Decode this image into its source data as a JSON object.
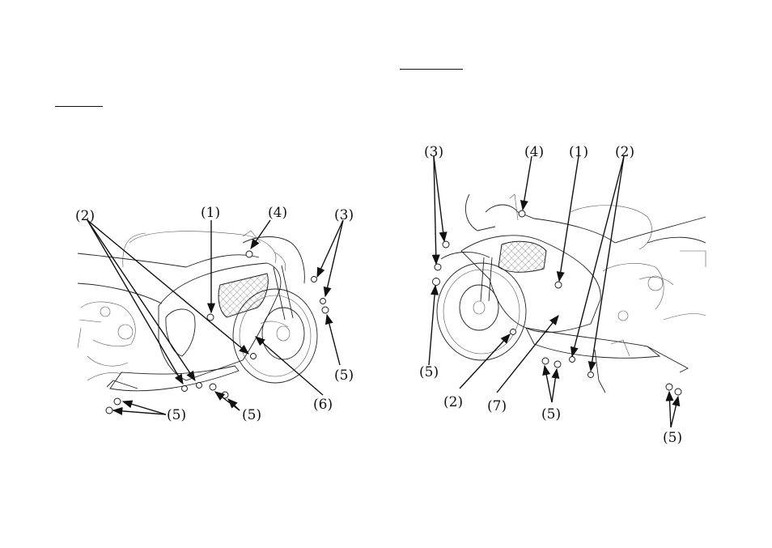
{
  "left_view": {
    "callouts": {
      "c1": "(1)",
      "c2": "(2)",
      "c3": "(3)",
      "c4": "(4)",
      "c5a": "(5)",
      "c5b": "(5)",
      "c5c": "(5)",
      "c6": "(6)"
    }
  },
  "right_view": {
    "callouts": {
      "c1": "(1)",
      "c2a": "(2)",
      "c2b": "(2)",
      "c3": "(3)",
      "c4": "(4)",
      "c5a": "(5)",
      "c5b": "(5)",
      "c5c": "(5)",
      "c7": "(7)"
    }
  }
}
